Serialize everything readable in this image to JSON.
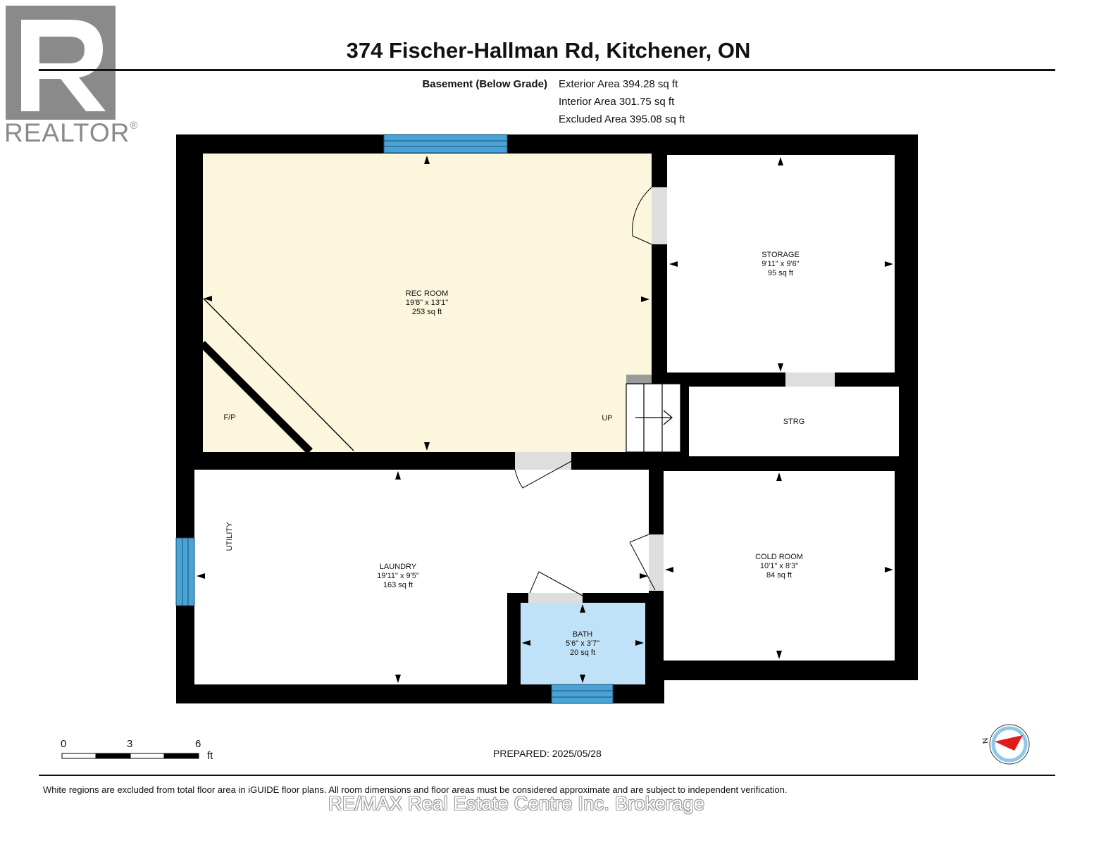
{
  "logo": {
    "text": "REALTOR",
    "mark": "®",
    "icon": "realtor-r-logo"
  },
  "header": {
    "address": "374 Fischer-Hallman Rd, Kitchener, ON"
  },
  "floor": {
    "name": "Basement (Below Grade)",
    "exterior_area": "Exterior Area 394.28 sq ft",
    "interior_area": "Interior Area 301.75 sq ft",
    "excluded_area": "Excluded Area 395.08 sq ft"
  },
  "rooms": {
    "rec_room": {
      "name": "REC ROOM",
      "dims": "19'8\" x 13'1\"",
      "area": "253 sq ft"
    },
    "storage": {
      "name": "STORAGE",
      "dims": "9'11\" x 9'6\"",
      "area": "95 sq ft"
    },
    "strg": {
      "name": "STRG"
    },
    "laundry": {
      "name": "LAUNDRY",
      "dims": "19'11\" x 9'5\"",
      "area": "163 sq ft"
    },
    "cold_room": {
      "name": "COLD ROOM",
      "dims": "10'1\" x 8'3\"",
      "area": "84 sq ft"
    },
    "bath": {
      "name": "BATH",
      "dims": "5'6\" x 3'7\"",
      "area": "20 sq ft"
    },
    "fireplace": "F/P",
    "stairs": "UP",
    "utility": "UTILITY"
  },
  "colors": {
    "rec_room": "#fbf6dc",
    "bath": "#bfe2f8",
    "window": "#4aa3d6",
    "wall": "#000000",
    "door": "#dedede"
  },
  "scale": {
    "labels": [
      "0",
      "3",
      "6"
    ],
    "unit": "ft"
  },
  "prepared": "PREPARED: 2025/05/28",
  "compass": {
    "label": "N",
    "icon": "compass-icon"
  },
  "footer": {
    "disclaimer": "White regions are excluded from total floor area in iGUIDE floor plans. All room dimensions and floor areas must be considered approximate and are subject to independent verification.",
    "brokerage": "RE/MAX Real Estate Centre Inc. Brokerage"
  }
}
